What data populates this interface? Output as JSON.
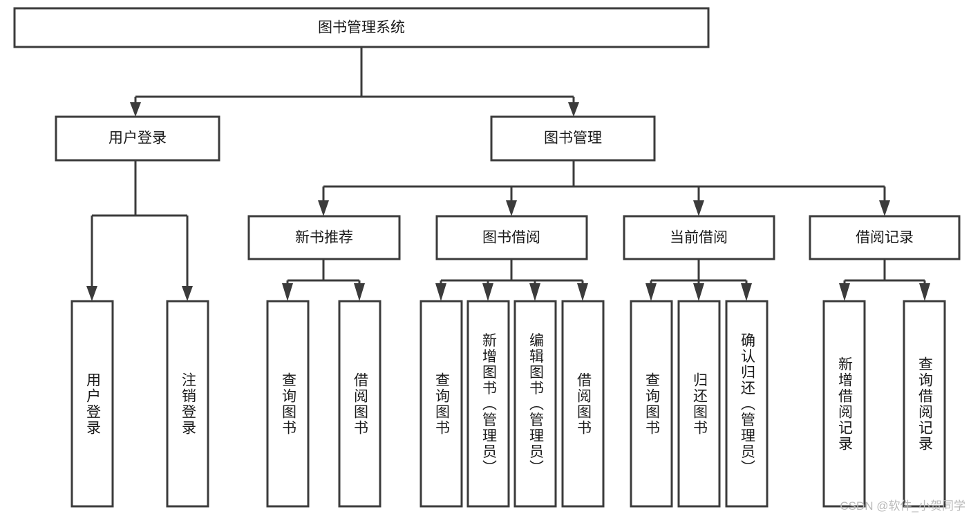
{
  "diagram": {
    "type": "hierarchy-tree",
    "title": "图书管理系统",
    "root": {
      "id": "root",
      "label": "图书管理系统",
      "level": 0
    },
    "level2": [
      {
        "id": "user-login",
        "label": "用户登录"
      },
      {
        "id": "book-manage",
        "label": "图书管理"
      }
    ],
    "level3": [
      {
        "id": "new-book-recommend",
        "label": "新书推荐",
        "parent": "book-manage"
      },
      {
        "id": "book-borrow",
        "label": "图书借阅",
        "parent": "book-manage"
      },
      {
        "id": "current-borrow",
        "label": "当前借阅",
        "parent": "book-manage"
      },
      {
        "id": "borrow-record",
        "label": "借阅记录",
        "parent": "book-manage"
      }
    ],
    "leaves": [
      {
        "id": "leaf-user-login",
        "label": "用户登录",
        "parent": "user-login"
      },
      {
        "id": "leaf-logout-login",
        "label": "注销登录",
        "parent": "user-login"
      },
      {
        "id": "leaf-query-book-1",
        "label": "查询图书",
        "parent": "new-book-recommend"
      },
      {
        "id": "leaf-borrow-book-1",
        "label": "借阅图书",
        "parent": "new-book-recommend"
      },
      {
        "id": "leaf-query-book-2",
        "label": "查询图书",
        "parent": "book-borrow"
      },
      {
        "id": "leaf-add-book",
        "label": "新增图书（管理员）",
        "parent": "book-borrow"
      },
      {
        "id": "leaf-edit-book",
        "label": "编辑图书（管理员）",
        "parent": "book-borrow"
      },
      {
        "id": "leaf-borrow-book-2",
        "label": "借阅图书",
        "parent": "book-borrow"
      },
      {
        "id": "leaf-query-book-3",
        "label": "查询图书",
        "parent": "current-borrow"
      },
      {
        "id": "leaf-return-book",
        "label": "归还图书",
        "parent": "current-borrow"
      },
      {
        "id": "leaf-confirm-return",
        "label": "确认归还（管理员）",
        "parent": "current-borrow"
      },
      {
        "id": "leaf-add-record",
        "label": "新增借阅记录",
        "parent": "borrow-record"
      },
      {
        "id": "leaf-query-record",
        "label": "查询借阅记录",
        "parent": "borrow-record"
      }
    ],
    "colors": {
      "stroke": "#3b3b3b",
      "fill": "#ffffff",
      "text": "#1a1a1a",
      "watermark": "#b9b9b9"
    }
  },
  "watermark": {
    "text": "CSDN @软件_小贺同学"
  }
}
